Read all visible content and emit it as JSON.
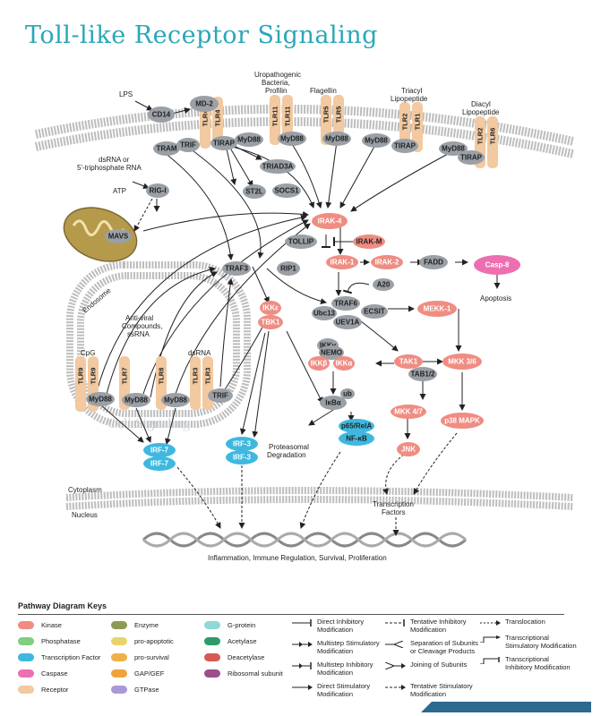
{
  "title": "Toll-like Receptor Signaling",
  "watermark": "Cell Signaling",
  "colors": {
    "kinase": "#ef8d83",
    "receptor": "#f2c9a0",
    "grey_protein": "#9aa0a6",
    "transcription_factor": "#3fb8e0",
    "caspase": "#ec6fb0",
    "title": "#2aa7b8"
  },
  "labels": {
    "lps": "LPS",
    "uropathogenic": "Uropathogenic",
    "bacteria": "Bacteria,",
    "profilin": "Profilin",
    "flagellin": "Flagellin",
    "triacyl": "Triacyl",
    "triacyl_lipo": "Lipopeptide",
    "diacyl": "Diacyl",
    "diacyl_lipo": "Lipopeptide",
    "dsrna_or": "dsRNA or",
    "triphosphate": "5'-triphosphate RNA",
    "atp": "ATP",
    "endosome": "Endosome",
    "antiviral1": "Anti-viral",
    "antiviral2": "Compounds,",
    "antiviral3": "ssRNA",
    "cpg": "CpG",
    "dsrna": "dsRNA",
    "cytoplasm": "Cytoplasm",
    "nucleus": "Nucleus",
    "apoptosis": "Apoptosis",
    "proteasomal1": "Proteasomal",
    "proteasomal2": "Degradation",
    "transcription1": "Transcription",
    "transcription2": "Factors",
    "outcome": "Inflammation, Immune Regulation, Survival, Proliferation"
  },
  "receptors": {
    "tlr4a": "TLR4",
    "tlr4b": "TLR4",
    "tlr11a": "TLR11",
    "tlr11b": "TLR11",
    "tlr5a": "TLR5",
    "tlr5b": "TLR5",
    "tlr2a": "TLR2",
    "tlr1": "TLR1",
    "tlr2b": "TLR2",
    "tlr6": "TLR6",
    "tlr9a": "TLR9",
    "tlr9b": "TLR9",
    "tlr7": "TLR7",
    "tlr8": "TLR8",
    "tlr3a": "TLR3",
    "tlr3b": "TLR3"
  },
  "nodes": {
    "cd14": "CD14",
    "md2": "MD-2",
    "tram": "TRAM",
    "trif": "TRIF",
    "tirap1": "TIRAP",
    "myd88_1": "MyD88",
    "myd88_2": "MyD88",
    "myd88_3": "MyD88",
    "myd88_4": "MyD88",
    "tirap2": "TIRAP",
    "myd88_5": "MyD88",
    "tirap3": "TIRAP",
    "triad3a": "TRIAD3A",
    "st2l": "ST2L",
    "socs1": "SOCS1",
    "rigi": "RIG-I",
    "mavs": "MAVS",
    "irak4": "IRAK-4",
    "tollip": "TOLLIP",
    "irakm": "IRAK-M",
    "irak1": "IRAK-1",
    "irak2": "IRAK-2",
    "fadd": "FADD",
    "casp8": "Casp-8",
    "traf3": "TRAF3",
    "rip1": "RIP1",
    "a20": "A20",
    "traf6": "TRAF6",
    "ecsit": "ECSIT",
    "mekk1": "MEKK-1",
    "ubc13": "Ubc13",
    "uev1a": "UEV1A",
    "ikke": "IKKε",
    "tbk1": "TBK1",
    "ikkg": "IKKγ",
    "nemo": "NEMO",
    "ikkb": "IKKβ",
    "ikka": "IKKα",
    "tak1": "TAK1",
    "tab12": "TAB1/2",
    "mkk36": "MKK 3/6",
    "mkk47": "MKK 4/7",
    "p38": "p38 MAPK",
    "jnk": "JNK",
    "ikba": "IκBα",
    "ub": "ub",
    "p65": "p65/RelA",
    "nfkb": "NF-κB",
    "irf7a": "IRF-7",
    "irf7b": "IRF-7",
    "irf3a": "IRF-3",
    "irf3b": "IRF-3",
    "myd88_e1": "MyD88",
    "myd88_e2": "MyD88",
    "myd88_e3": "MyD88",
    "trif_e": "TRIF"
  },
  "keys": {
    "title": "Pathway Diagram Keys",
    "swatches": [
      {
        "label": "Kinase",
        "color": "#ef8d83"
      },
      {
        "label": "Phosphatase",
        "color": "#7fcf7f"
      },
      {
        "label": "Transcription Factor",
        "color": "#3fb8e0"
      },
      {
        "label": "Caspase",
        "color": "#ec6fb0"
      },
      {
        "label": "Receptor",
        "color": "#f2c9a0"
      },
      {
        "label": "Enzyme",
        "color": "#8d9a52"
      },
      {
        "label": "pro-apoptotic",
        "color": "#e9d36a"
      },
      {
        "label": "pro-survival",
        "color": "#f0b04a"
      },
      {
        "label": "GAP/GEF",
        "color": "#f0a23a"
      },
      {
        "label": "GTPase",
        "color": "#a99ad6"
      },
      {
        "label": "G-protein",
        "color": "#8fd8d8"
      },
      {
        "label": "Acetylase",
        "color": "#2f9a6a"
      },
      {
        "label": "Deacetylase",
        "color": "#d65a52"
      },
      {
        "label": "Ribosomal subunit",
        "color": "#9a4f8a"
      }
    ],
    "arrows": [
      {
        "l1": "Direct Inhibitory",
        "l2": "Modification"
      },
      {
        "l1": "Multistep Stimulatory",
        "l2": "Modification"
      },
      {
        "l1": "Multistep Inhibitory",
        "l2": "Modification"
      },
      {
        "l1": "Direct Stimulatory",
        "l2": "Modification"
      },
      {
        "l1": "Tentative Inhibitory",
        "l2": "Modification"
      },
      {
        "l1": "Separation of Subunits",
        "l2": "or Cleavage Products"
      },
      {
        "l1": "Joining of Subunits",
        "l2": ""
      },
      {
        "l1": "Tentative Stimulatory",
        "l2": "Modification"
      },
      {
        "l1": "Translocation",
        "l2": ""
      },
      {
        "l1": "Transcriptional",
        "l2": "Stimulatory Modification"
      },
      {
        "l1": "Transcriptional",
        "l2": "Inhibitory Modification"
      }
    ]
  }
}
